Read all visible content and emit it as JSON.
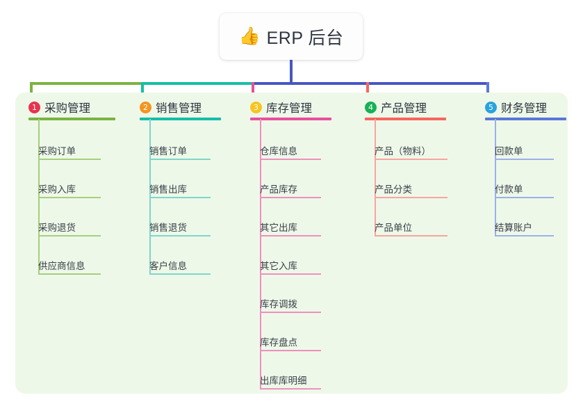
{
  "root": {
    "icon": "thumbs-up-icon",
    "icon_glyph": "👍",
    "label": "ERP 后台"
  },
  "panel": {
    "background_color": "#eef8e9"
  },
  "connector_colors": {
    "trunk": "#4756c4",
    "segment_1": "#7ab342",
    "segment_2": "#13bfa6",
    "segment_3": "#4756c4",
    "drop_1": "#7ab342",
    "drop_2": "#13bfa6",
    "drop_3": "#e8509b",
    "drop_4": "#f6665e",
    "drop_5": "#5a78d8"
  },
  "columns": [
    {
      "index": "1",
      "title": "采购管理",
      "badge_color": "#e8334f",
      "line_color": "#7ab342",
      "leaf_color": "#a5cf7c",
      "items": [
        {
          "label": "采购订单"
        },
        {
          "label": "采购入库"
        },
        {
          "label": "采购退货"
        },
        {
          "label": "供应商信息"
        }
      ]
    },
    {
      "index": "2",
      "title": "销售管理",
      "badge_color": "#f5941f",
      "line_color": "#13bfa6",
      "leaf_color": "#7ed6ca",
      "items": [
        {
          "label": "销售订单"
        },
        {
          "label": "销售出库"
        },
        {
          "label": "销售退货"
        },
        {
          "label": "客户信息"
        }
      ]
    },
    {
      "index": "3",
      "title": "库存管理",
      "badge_color": "#f7c51e",
      "line_color": "#e8509b",
      "leaf_color": "#ef8fbd",
      "items": [
        {
          "label": "仓库信息"
        },
        {
          "label": "产品库存"
        },
        {
          "label": "其它出库"
        },
        {
          "label": "其它入库"
        },
        {
          "label": "库存调拨"
        },
        {
          "label": "库存盘点"
        },
        {
          "label": "出库库明细"
        }
      ]
    },
    {
      "index": "4",
      "title": "产品管理",
      "badge_color": "#18b155",
      "line_color": "#f6665e",
      "leaf_color": "#f9a49e",
      "items": [
        {
          "label": "产品（物料）"
        },
        {
          "label": "产品分类"
        },
        {
          "label": "产品单位"
        }
      ]
    },
    {
      "index": "5",
      "title": "财务管理",
      "badge_color": "#29a3e0",
      "line_color": "#5a78d8",
      "leaf_color": "#9bb0e8",
      "items": [
        {
          "label": "回款单"
        },
        {
          "label": "付款单"
        },
        {
          "label": "结算账户"
        }
      ]
    }
  ]
}
